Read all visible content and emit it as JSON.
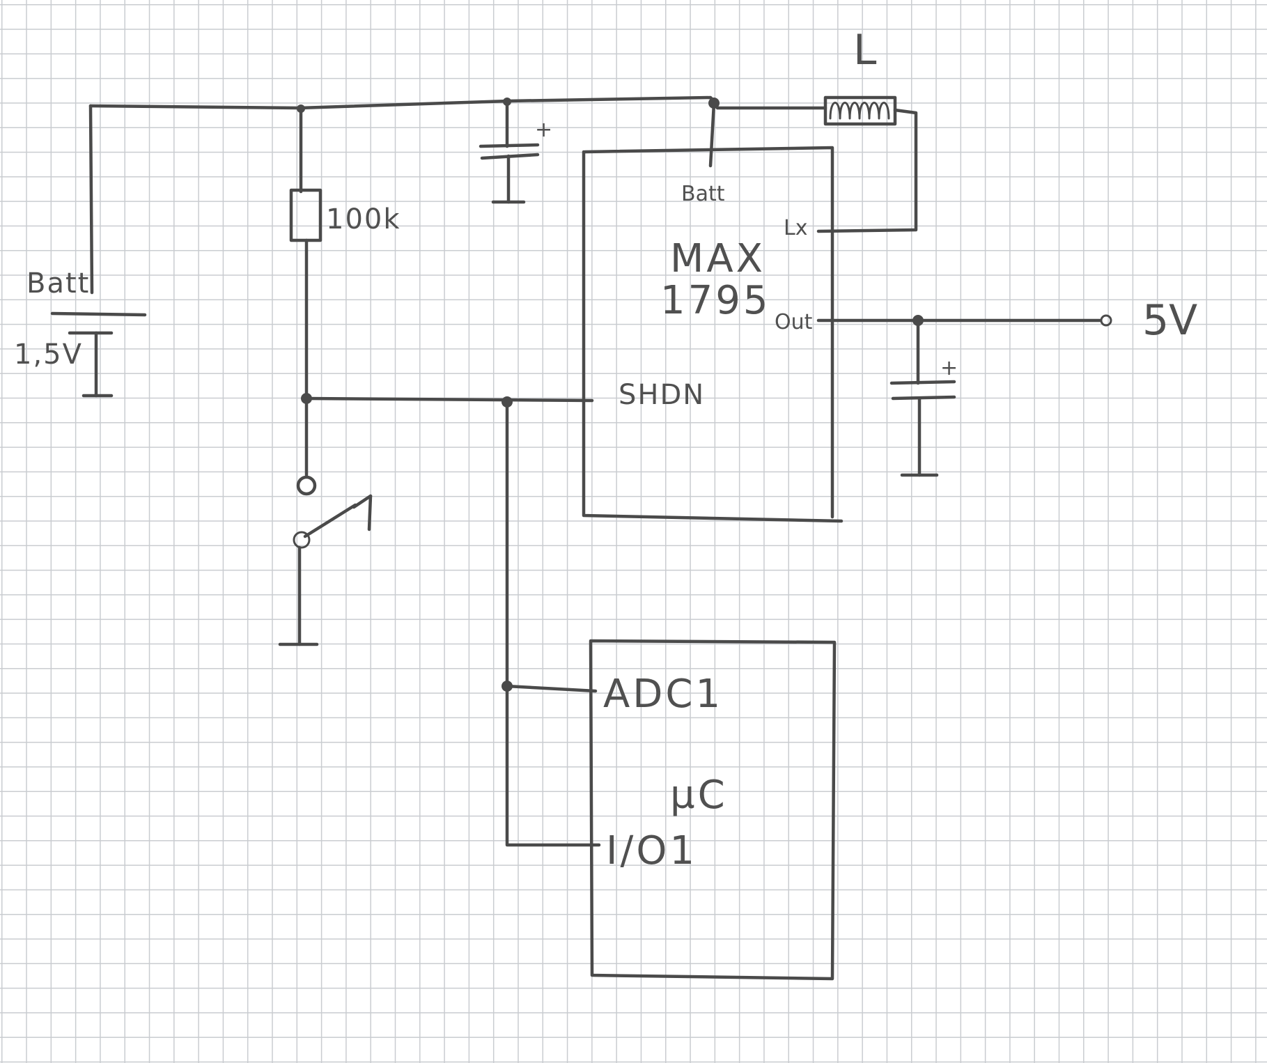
{
  "labels": {
    "batt_left": "Batt",
    "battery_voltage": "1,5V",
    "resistor": "100k",
    "cap_plus_top": "+",
    "cap_plus_out": "+",
    "inductor": "L",
    "ic_batt_pin": "Batt",
    "ic_lx_pin": "Lx",
    "ic_name_line1": "MAX",
    "ic_name_line2": "1795",
    "ic_out_pin": "Out",
    "output_voltage": "5V",
    "ic_shdn_pin": "SHDN",
    "mcu_adc_pin": "ADC1",
    "mcu_io_pin": "I/O1",
    "mcu_label": "µC"
  }
}
